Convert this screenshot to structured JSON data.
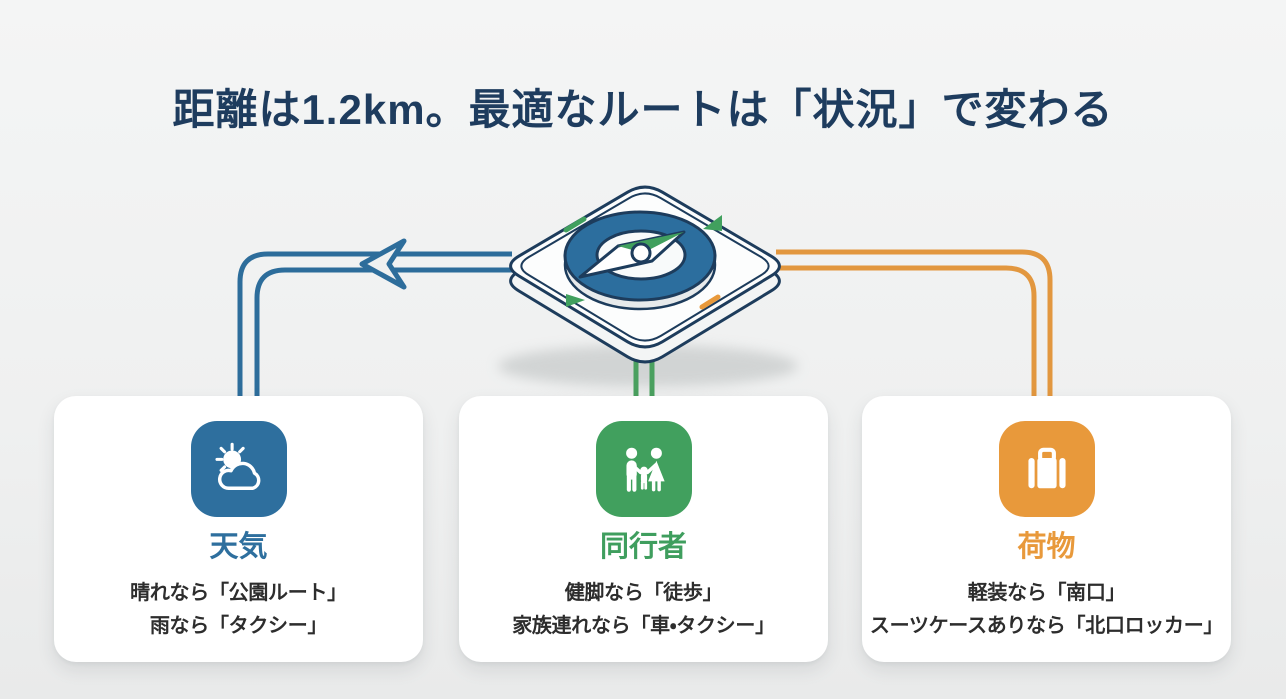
{
  "title": "距離は1.2km。最適なルートは「状況」で変わる",
  "colors": {
    "title_navy": "#1e3c5e",
    "line_blue": "#2d6d9b",
    "line_green": "#4aa05f",
    "line_orange": "#e2973f",
    "icon_blue": "#2e6f9e",
    "icon_green": "#41a05e",
    "icon_orange": "#e8993b",
    "background": "#eff0f0",
    "card_background": "#ffffff",
    "body_text": "#2d2d2d"
  },
  "compass": {
    "name": "compass-on-tile",
    "needle_direction": "northeast"
  },
  "cards": [
    {
      "id": "weather",
      "icon": "sun-cloud-icon",
      "title": "天気",
      "lines": [
        "晴れなら「公園ルート」",
        "雨なら「タクシー」"
      ]
    },
    {
      "id": "companions",
      "icon": "family-icon",
      "title": "同行者",
      "lines": [
        "健脚なら「徒歩」",
        "家族連れなら「車・タクシー」"
      ]
    },
    {
      "id": "luggage",
      "icon": "suitcase-icon",
      "title": "荷物",
      "lines": [
        "軽装なら「南口」",
        "スーツケースありなら「北口ロッカー」"
      ]
    }
  ]
}
